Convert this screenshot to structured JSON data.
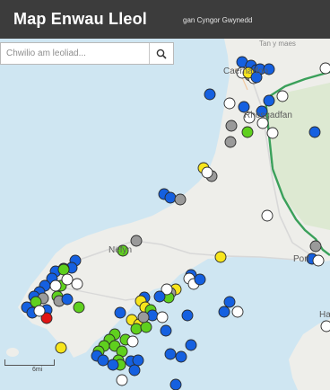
{
  "header": {
    "title": "Map Enwau Lleol",
    "subtitle": "gan Cyngor Gwynedd"
  },
  "search": {
    "placeholder": "Chwilio am leoliad..."
  },
  "map": {
    "places": [
      {
        "id": "tan-y-maes",
        "label": "Tan y maes",
        "small": true
      },
      {
        "id": "caernarfon",
        "label": "Caernarfon"
      },
      {
        "id": "rhosgadfan",
        "label": "Rhosgadfan"
      },
      {
        "id": "nefyn",
        "label": "Nefyn"
      },
      {
        "id": "porthmadog",
        "label": "Port"
      },
      {
        "id": "harlech",
        "label": "Ha"
      }
    ],
    "scale_label": "6mi"
  },
  "colors": {
    "blue": "#1560e0",
    "green": "#5fd01e",
    "yellow": "#f7e51c",
    "gray": "#9a9a9a",
    "white": "#ffffff",
    "red": "#e01515"
  }
}
